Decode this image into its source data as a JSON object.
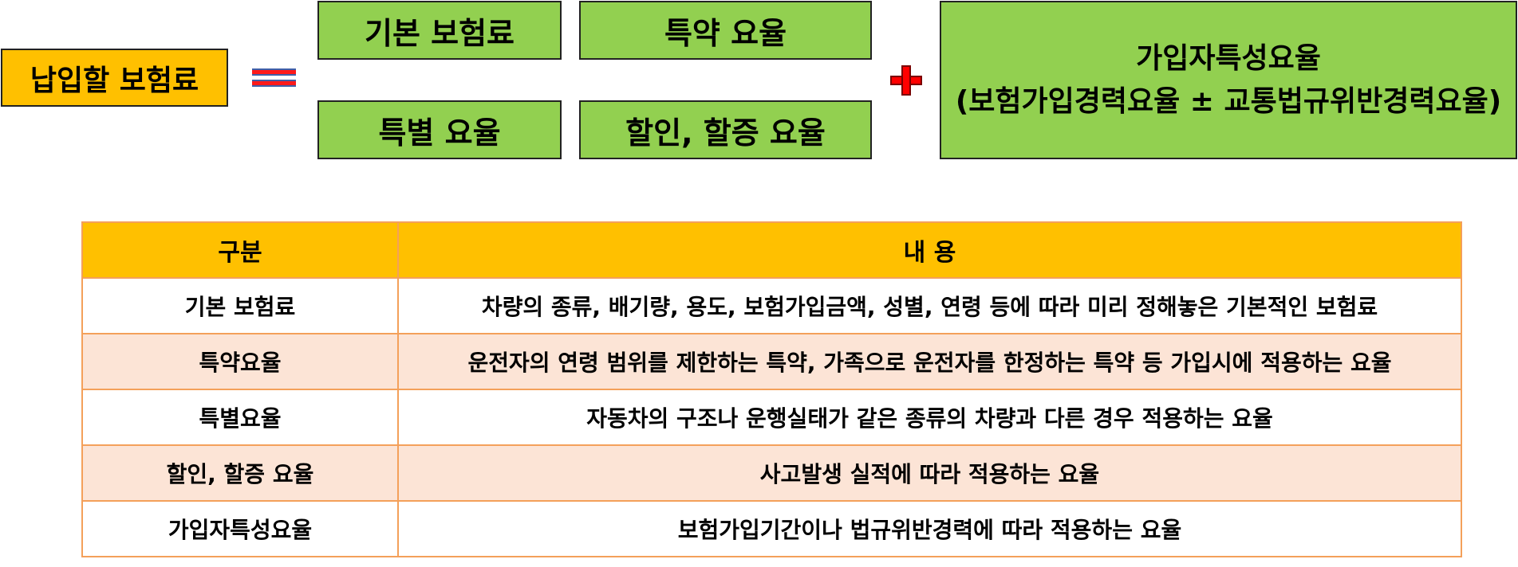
{
  "formula": {
    "total": "납입할 보험료",
    "basic_premium": "기본 보험료",
    "rider_rate": "특약 요율",
    "special_rate": "특별 요율",
    "discount_rate": "할인, 할증 요율",
    "subscriber_rate_title": "가입자특성요율",
    "subscriber_rate_detail": "(보험가입경력요율 ± 교통법규위반경력요율)"
  },
  "colors": {
    "header_orange": "#ffc000",
    "box_green": "#92d050",
    "row_shade": "#fce4d6",
    "operator_red": "#ff0000",
    "table_border": "#f4a05a"
  },
  "table": {
    "headers": [
      "구분",
      "내 용"
    ],
    "rows": [
      [
        "기본 보험료",
        "차량의 종류, 배기량, 용도, 보험가입금액, 성별, 연령 등에 따라 미리 정해놓은 기본적인 보험료"
      ],
      [
        "특약요율",
        "운전자의 연령 범위를 제한하는 특약, 가족으로 운전자를 한정하는 특약 등 가입시에 적용하는 요율"
      ],
      [
        "특별요율",
        "자동차의 구조나 운행실태가 같은 종류의 차량과 다른 경우 적용하는 요율"
      ],
      [
        "할인, 할증 요율",
        "사고발생 실적에 따라 적용하는 요율"
      ],
      [
        "가입자특성요율",
        "보험가입기간이나 법규위반경력에 따라 적용하는 요율"
      ]
    ]
  }
}
